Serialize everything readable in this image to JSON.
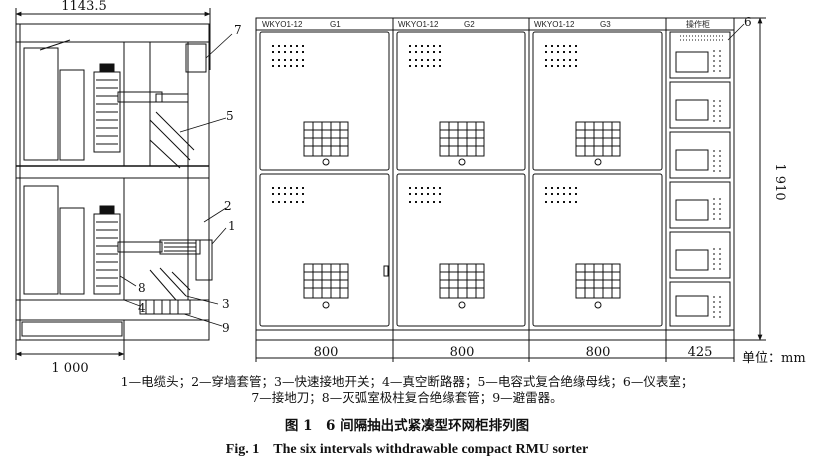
{
  "dimensions": {
    "side_top": "1143.5",
    "side_bottom": "1 000",
    "height": "1 910",
    "widths": [
      "800",
      "800",
      "800",
      "425"
    ],
    "unit": "单位：mm"
  },
  "panels": [
    {
      "label": "WKYO1-12",
      "id": "G1"
    },
    {
      "label": "WKYO1-12",
      "id": "G2"
    },
    {
      "label": "WKYO1-12",
      "id": "G3"
    }
  ],
  "instrument_label": "操作柜",
  "callouts": [
    "1",
    "2",
    "3",
    "4",
    "5",
    "6",
    "7",
    "8",
    "9"
  ],
  "legend": {
    "line1": "1—电缆头；2—穿墙套管；3—快速接地开关；4—真空断路器；5—电容式复合绝缘母线；6—仪表室；",
    "line2": "7—接地刀；8—灭弧室极柱复合绝缘套管；9—避雷器。"
  },
  "caption": {
    "cn": "图 1　6 间隔抽出式紧凑型环网柜排列图",
    "en": "Fig. 1　The six intervals withdrawable compact RMU sorter"
  }
}
